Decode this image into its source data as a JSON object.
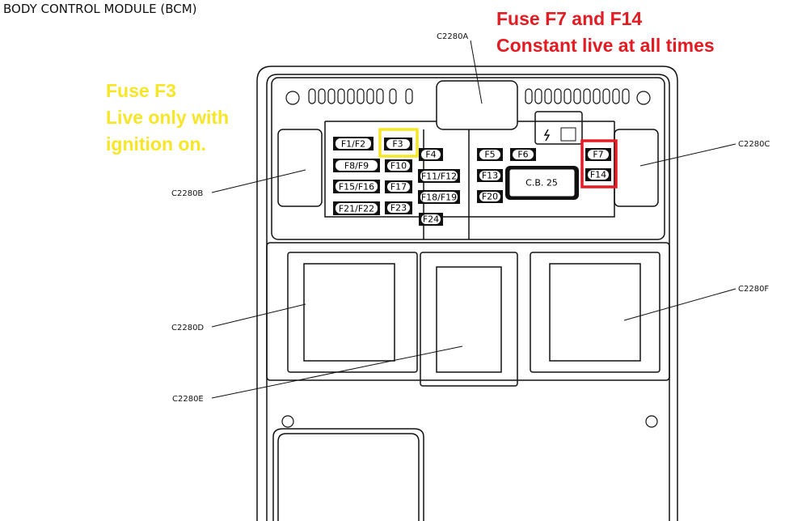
{
  "title": "BODY CONTROL MODULE (BCM)",
  "annotations": {
    "constant": {
      "line1": "Fuse F7 and F14",
      "line2": "Constant live at all times",
      "color": "#e31b23"
    },
    "ignition": {
      "line1": "Fuse F3",
      "line2": "Live only with",
      "line3": "ignition on.",
      "color": "#f7e628"
    }
  },
  "connectors": {
    "a": "C2280A",
    "b": "C2280B",
    "c": "C2280C",
    "d": "C2280D",
    "e": "C2280E",
    "f": "C2280F"
  },
  "fuses": {
    "f1f2": "F1/F2",
    "f3": "F3",
    "f4": "F4",
    "f5": "F5",
    "f6": "F6",
    "f7": "F7",
    "f8f9": "F8/F9",
    "f10": "F10",
    "f11f12": "F11/F12",
    "f13": "F13",
    "f14": "F14",
    "f15f16": "F15/F16",
    "f17": "F17",
    "f18f19": "F18/F19",
    "f20": "F20",
    "f21f22": "F21/F22",
    "f23": "F23",
    "f24": "F24"
  },
  "circuit_breaker": "C.B. 25"
}
